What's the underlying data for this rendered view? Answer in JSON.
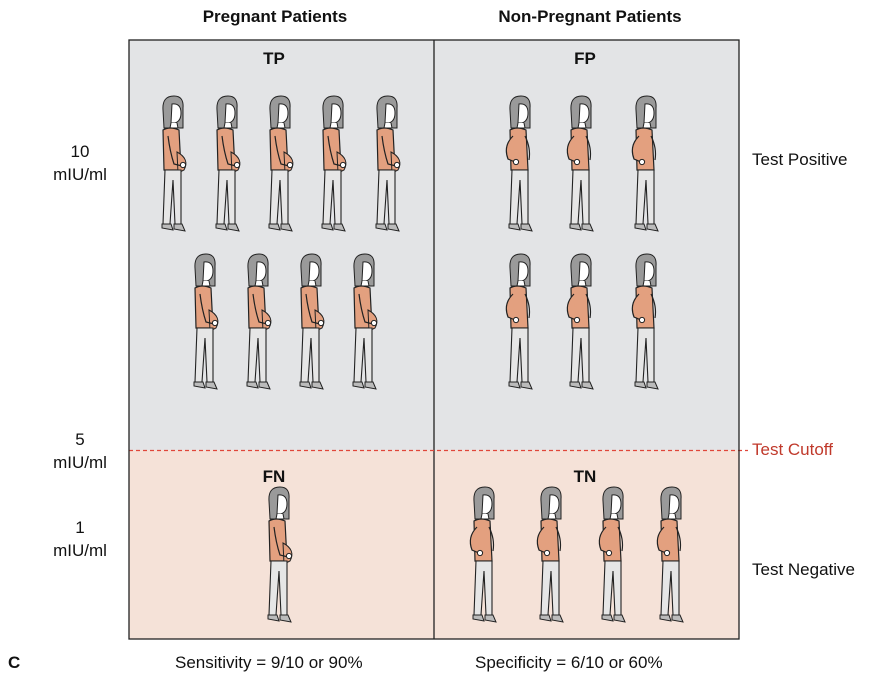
{
  "columns": {
    "left": "Pregnant Patients",
    "right": "Non-Pregnant Patients"
  },
  "quadrants": {
    "tp": "TP",
    "fp": "FP",
    "fn": "FN",
    "tn": "TN"
  },
  "y_labels": {
    "high": {
      "value": "10",
      "unit": "mIU/ml"
    },
    "cutoff": {
      "value": "5",
      "unit": "mIU/ml"
    },
    "low": {
      "value": "1",
      "unit": "mIU/ml"
    }
  },
  "row_labels": {
    "positive": "Test Positive",
    "cutoff": "Test Cutoff",
    "negative": "Test Negative"
  },
  "footer": {
    "panel": "C",
    "sensitivity": "Sensitivity = 9/10 or 90%",
    "specificity": "Specificity = 6/10 or 60%"
  },
  "counts": {
    "tp": 9,
    "fp": 6,
    "fn": 1,
    "tn": 4
  },
  "colors": {
    "positive_bg": "#e3e4e6",
    "negative_bg": "#f5e2d8",
    "cutoff_line": "#e0463a",
    "cutoff_text": "#c0392b",
    "shirt": "#e3a07f",
    "pants": "#e6e6e6",
    "hair": "#9a9a9a"
  }
}
